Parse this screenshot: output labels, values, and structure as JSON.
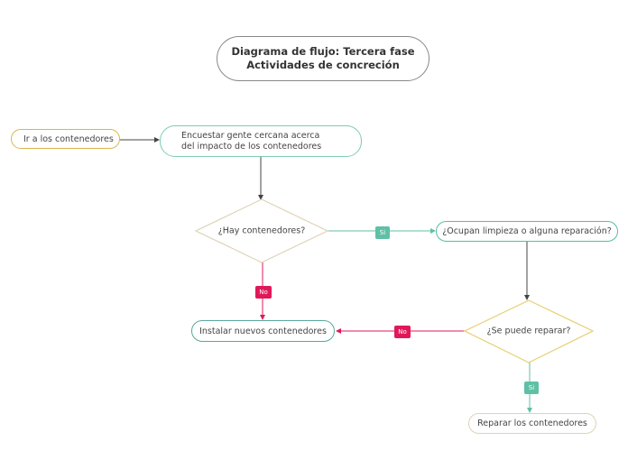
{
  "title": {
    "line1": "Diagrama de flujo: Tercera fase",
    "line2": "Actividades de concreción"
  },
  "nodes": {
    "ir": "Ir a los contenedores",
    "encuestar": "Encuestar gente cercana acerca del impacto de los contenedores",
    "hay": "¿Hay contenedores?",
    "ocupan": "¿Ocupan limpieza o alguna reparación?",
    "reparar_q": "¿Se puede reparar?",
    "instalar": "Instalar nuevos contenedores",
    "reparar": "Reparar los contenedores"
  },
  "edge_labels": {
    "hay_si": "Si",
    "hay_no": "No",
    "rep_no": "No",
    "rep_si": "Si"
  },
  "colors": {
    "yellow": "#d9b64a",
    "teal": "#58bda6",
    "pink": "#e0185a",
    "beige": "#ddd3b8",
    "dark": "#444444"
  }
}
